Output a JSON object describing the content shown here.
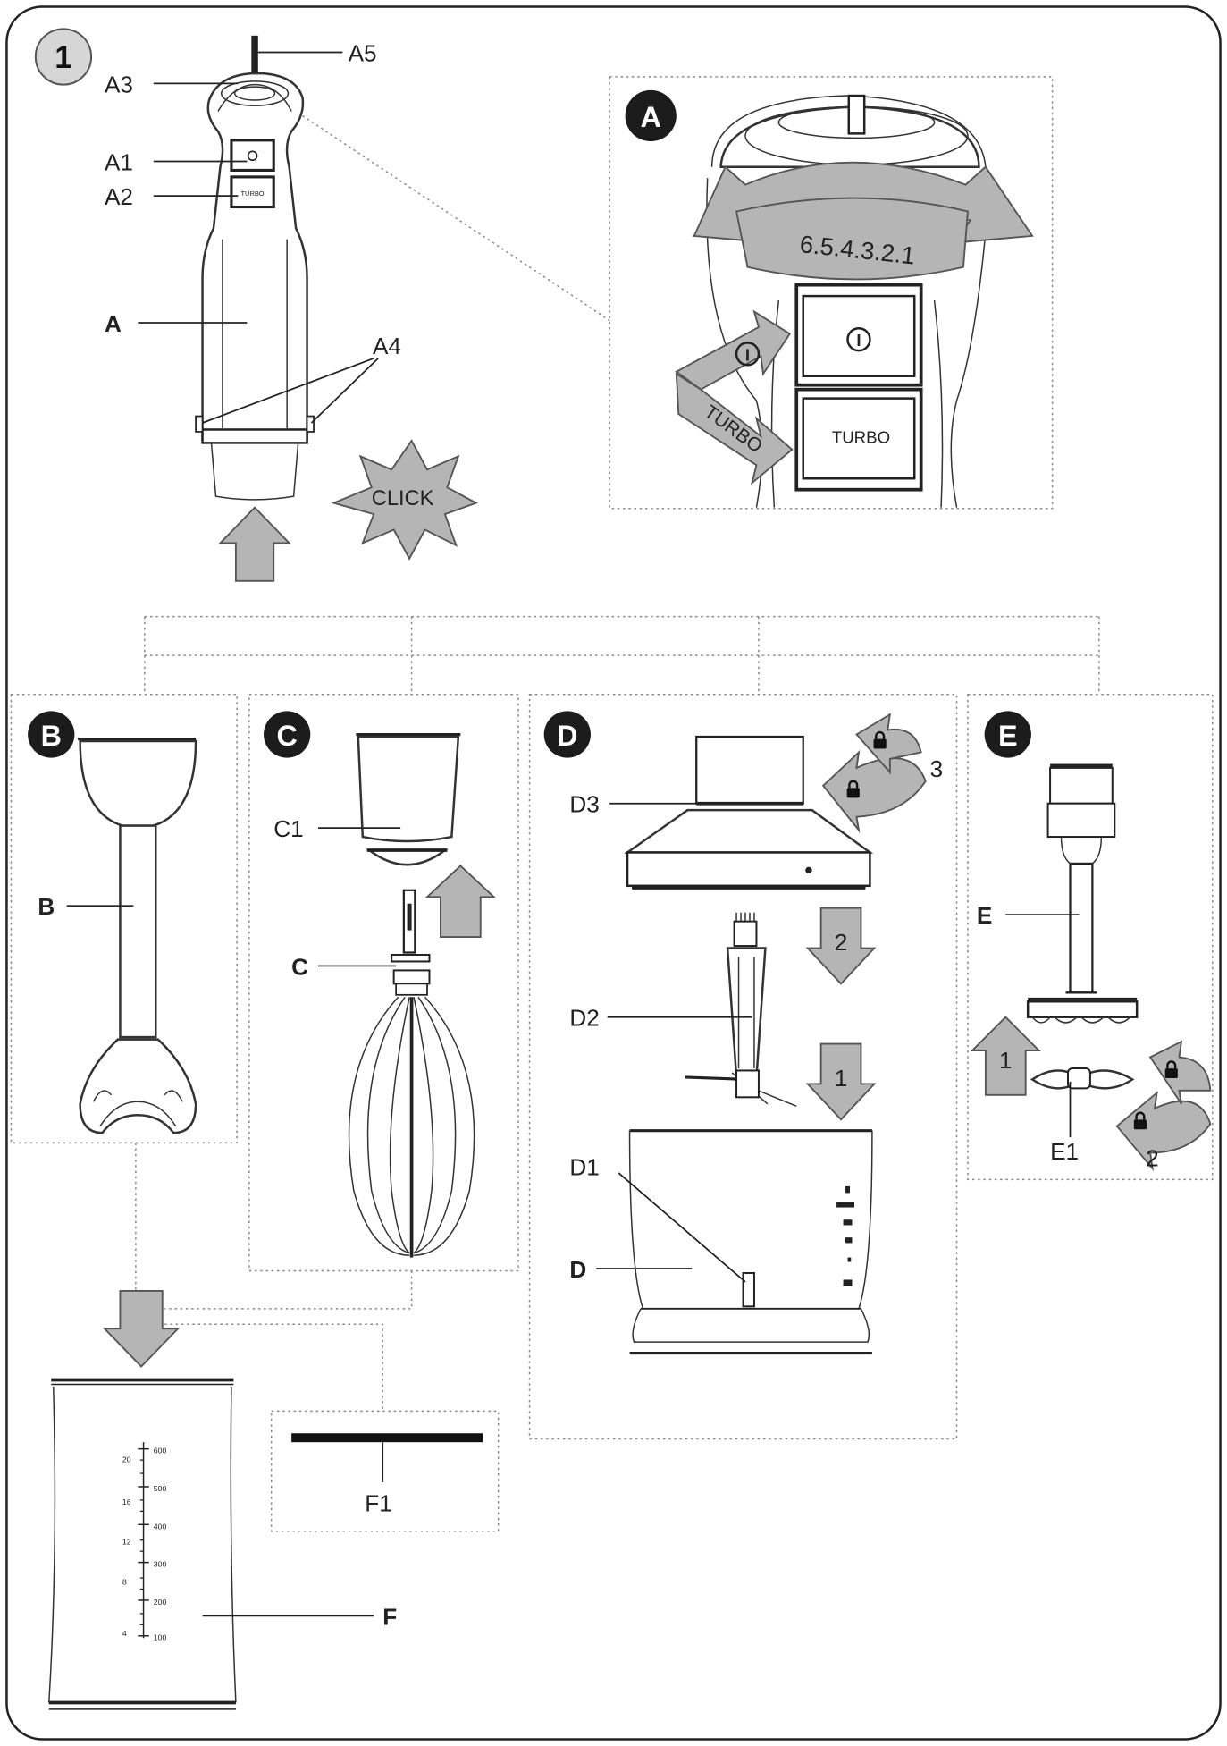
{
  "figure_number": "1",
  "main": {
    "labels": {
      "a5": "A5",
      "a3": "A3",
      "a1": "A1",
      "a2": "A2",
      "a": "A",
      "a4": "A4"
    },
    "click_text": "CLICK"
  },
  "detail_a": {
    "badge": "A",
    "speed_sequence": "6.5.4.3.2.1",
    "power_symbol": "I",
    "turbo_arrow": "TURBO",
    "turbo_button": "TURBO"
  },
  "panel_b": {
    "badge": "B",
    "label": "B"
  },
  "panel_c": {
    "badge": "C",
    "labels": {
      "c1": "C1",
      "c": "C"
    }
  },
  "panel_d": {
    "badge": "D",
    "labels": {
      "d3": "D3",
      "d2": "D2",
      "d1": "D1",
      "d": "D"
    },
    "step_3": "3",
    "step_2": "2",
    "step_1": "1"
  },
  "panel_e": {
    "badge": "E",
    "labels": {
      "e": "E",
      "e1": "E1"
    },
    "step_1": "1",
    "step_2": "2"
  },
  "panel_f": {
    "labels": {
      "f": "F",
      "f1": "F1"
    },
    "beaker_scale_ml": [
      "600",
      "500",
      "400",
      "300",
      "200",
      "100"
    ],
    "beaker_scale_oz": [
      "20",
      "16",
      "12",
      "8",
      "4"
    ]
  }
}
